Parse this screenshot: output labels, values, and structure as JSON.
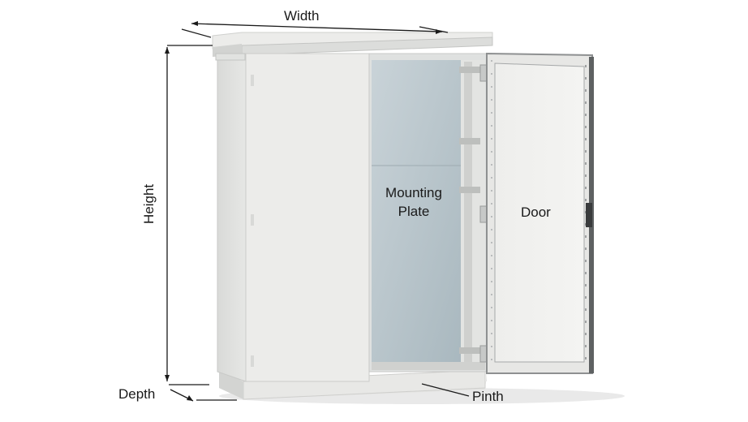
{
  "labels": {
    "width": "Width",
    "height": "Height",
    "depth": "Depth",
    "pinth": "Pinth",
    "mounting_plate": "Mounting Plate",
    "door": "Door"
  },
  "colors": {
    "cabinet_body": "#ebebea",
    "cabinet_shadow": "#d6d7d5",
    "mounting_plate": "#b9c6cc",
    "door_frame": "#8e9091",
    "line": "#1a1a1a"
  }
}
